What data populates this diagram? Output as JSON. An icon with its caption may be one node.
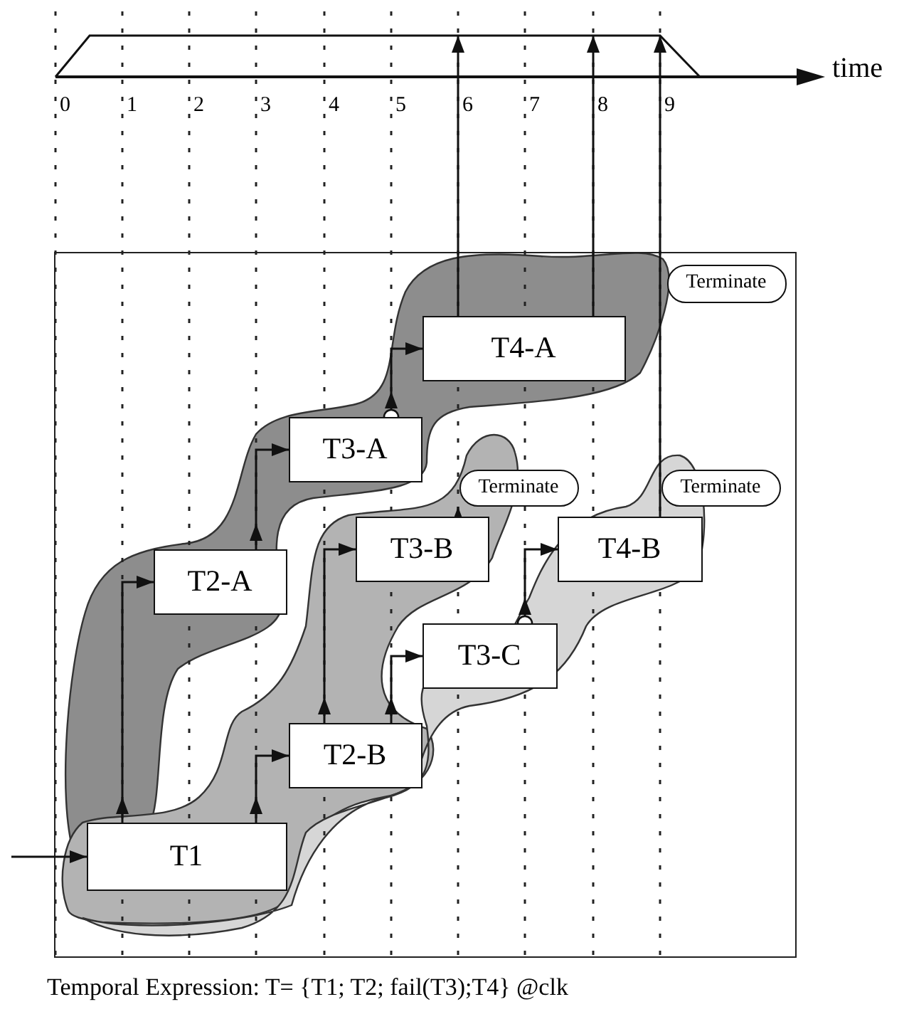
{
  "diagram": {
    "caption": "Temporal Expression: T= {T1; T2; fail(T3);T4} @clk",
    "nodes": [
      {
        "text": [],
        "shape": "bar"
      },
      {
        "text": [],
        "shape": "box"
      },
      {
        "text": [
          "Terminate"
        ],
        "in": 1
      },
      {
        "text": [
          "T4-A"
        ],
        "in": 1
      },
      {
        "text": [
          "T3-A"
        ],
        "in": 1
      },
      {
        "text": [
          "Terminate"
        ],
        "in": 1
      },
      {
        "text": [
          "Terminate"
        ],
        "in": 1
      },
      {
        "text": [
          "T3-B"
        ],
        "in": 1
      },
      {
        "text": [
          "T4-B"
        ],
        "in": 1
      },
      {
        "text": [
          "T2-A"
        ],
        "in": 1
      },
      {
        "text": [
          "T3-C"
        ],
        "in": 1
      },
      {
        "text": [
          "T2-B"
        ],
        "in": 1
      },
      {
        "text": [
          "T1"
        ],
        "in": 1
      }
    ],
    "edges": [
      {
        "from": null,
        "to": 12,
        "arrow": "to"
      },
      {
        "from": 12,
        "to": 9,
        "arrow": "to"
      },
      {
        "from": 9,
        "to": 4,
        "arrow": "to"
      },
      {
        "from": 4,
        "to": 3,
        "arrow": "to"
      },
      {
        "from": 12,
        "to": 11,
        "arrow": "to"
      },
      {
        "from": 11,
        "to": 7,
        "arrow": "to"
      },
      {
        "from": 11,
        "to": 10,
        "arrow": "to"
      },
      {
        "from": 10,
        "to": 8,
        "arrow": "to"
      },
      {
        "from": 7,
        "to": 5,
        "arrow": "to"
      },
      {
        "from": 3,
        "to": 0,
        "arrow": "to"
      },
      {
        "from": 3,
        "to": 0,
        "arrow": "to"
      },
      {
        "from": 8,
        "to": 0,
        "arrow": "to"
      }
    ],
    "labels": [
      "time",
      "0",
      "1",
      "2",
      "3",
      "4",
      "5",
      "6",
      "7",
      "8",
      "9"
    ]
  }
}
